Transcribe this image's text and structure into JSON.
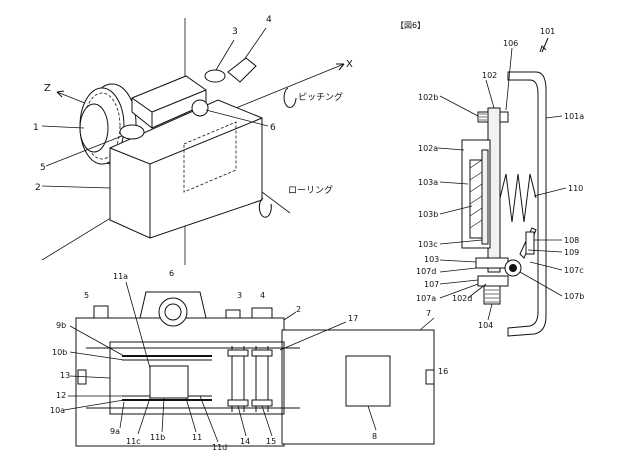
{
  "figure6": {
    "title": "【図6】",
    "ref_main": "101",
    "labels": {
      "l101a": "101a",
      "l102": "102",
      "l102a": "102a",
      "l102b": "102b",
      "l102d": "102d",
      "l103": "103",
      "l103a": "103a",
      "l103b": "103b",
      "l103c": "103c",
      "l104": "104",
      "l106": "106",
      "l107": "107",
      "l107a": "107a",
      "l107b": "107b",
      "l107c": "107c",
      "l107d": "107d",
      "l108": "108",
      "l109": "109",
      "l110": "110"
    }
  },
  "camera_view": {
    "axes": {
      "x": "X",
      "z": "Z"
    },
    "rotations": {
      "pitch": "ピッチング",
      "roll": "ローリング"
    },
    "labels": {
      "l1": "1",
      "l2": "2",
      "l3": "3",
      "l4": "4",
      "l5": "5",
      "l6": "6"
    }
  },
  "section_view": {
    "labels": {
      "l2": "2",
      "l3": "3",
      "l4": "4",
      "l5": "5",
      "l6": "6",
      "l7": "7",
      "l8": "8",
      "l9a": "9a",
      "l9b": "9b",
      "l10a": "10a",
      "l10b": "10b",
      "l11": "11",
      "l11a": "11a",
      "l11b": "11b",
      "l11c": "11c",
      "l11d": "11d",
      "l12": "12",
      "l13": "13",
      "l14": "14",
      "l15": "15",
      "l16": "16",
      "l17": "17"
    }
  }
}
